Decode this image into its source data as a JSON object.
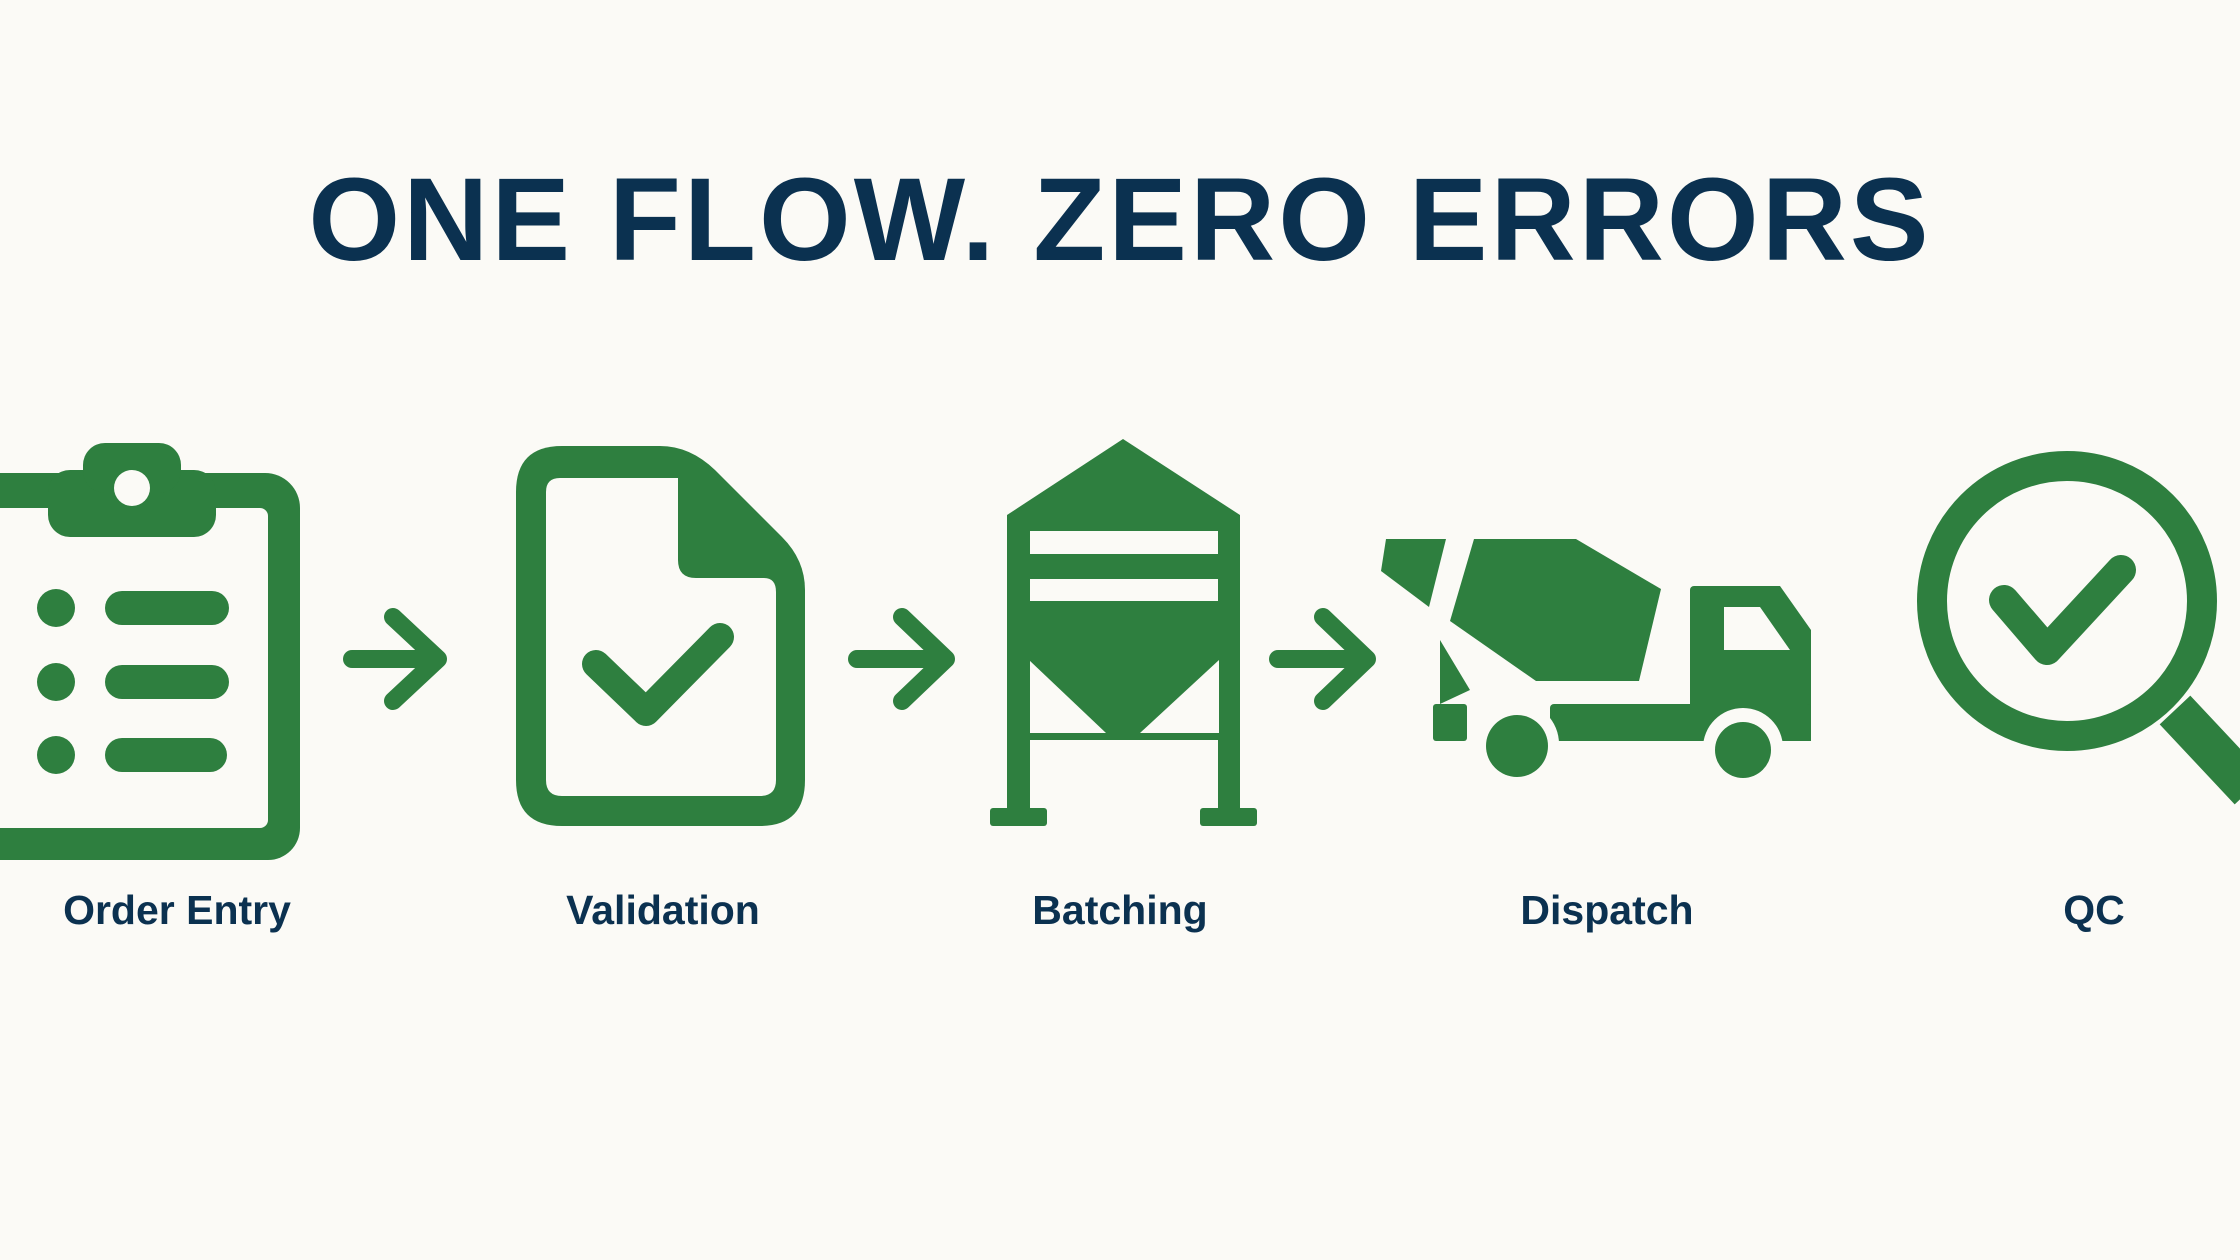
{
  "title": "ONE FLOW. ZERO ERRORS",
  "colors": {
    "background": "#fbfaf6",
    "accent": "#2e7f3f",
    "text": "#0b3150"
  },
  "steps": [
    {
      "label": "Order Entry",
      "icon": "clipboard-list-icon"
    },
    {
      "label": "Validation",
      "icon": "document-check-icon"
    },
    {
      "label": "Batching",
      "icon": "silo-icon"
    },
    {
      "label": "Dispatch",
      "icon": "mixer-truck-icon"
    },
    {
      "label": "QC",
      "icon": "magnifier-check-icon"
    }
  ]
}
